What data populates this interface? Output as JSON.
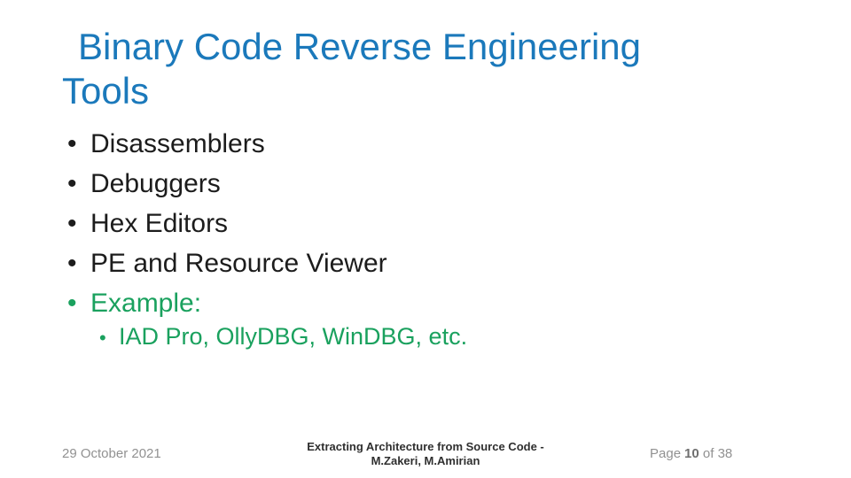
{
  "colors": {
    "title_blue": "#1b79bb",
    "accent_green": "#1aa15e",
    "body_text": "#1c1c1c",
    "footer_gray": "#919191",
    "footer_dark": "#2f2f2f"
  },
  "icons": {
    "bullet": "•"
  },
  "title": {
    "line1": "Binary Code Reverse Engineering",
    "line2": "Tools"
  },
  "bullets": [
    {
      "label": "Disassemblers"
    },
    {
      "label": "Debuggers"
    },
    {
      "label": "Hex Editors"
    },
    {
      "label": "PE and Resource Viewer"
    },
    {
      "label": "Example:"
    }
  ],
  "sub_bullets": [
    {
      "label": "IAD Pro, OllyDBG, WinDBG, etc."
    }
  ],
  "footer": {
    "date": "29 October 2021",
    "credit_line1": "Extracting Architecture from Source Code -",
    "credit_line2": "M.Zakeri, M.Amirian",
    "page_label": "Page",
    "page_number": "10",
    "page_total": "of 38"
  }
}
